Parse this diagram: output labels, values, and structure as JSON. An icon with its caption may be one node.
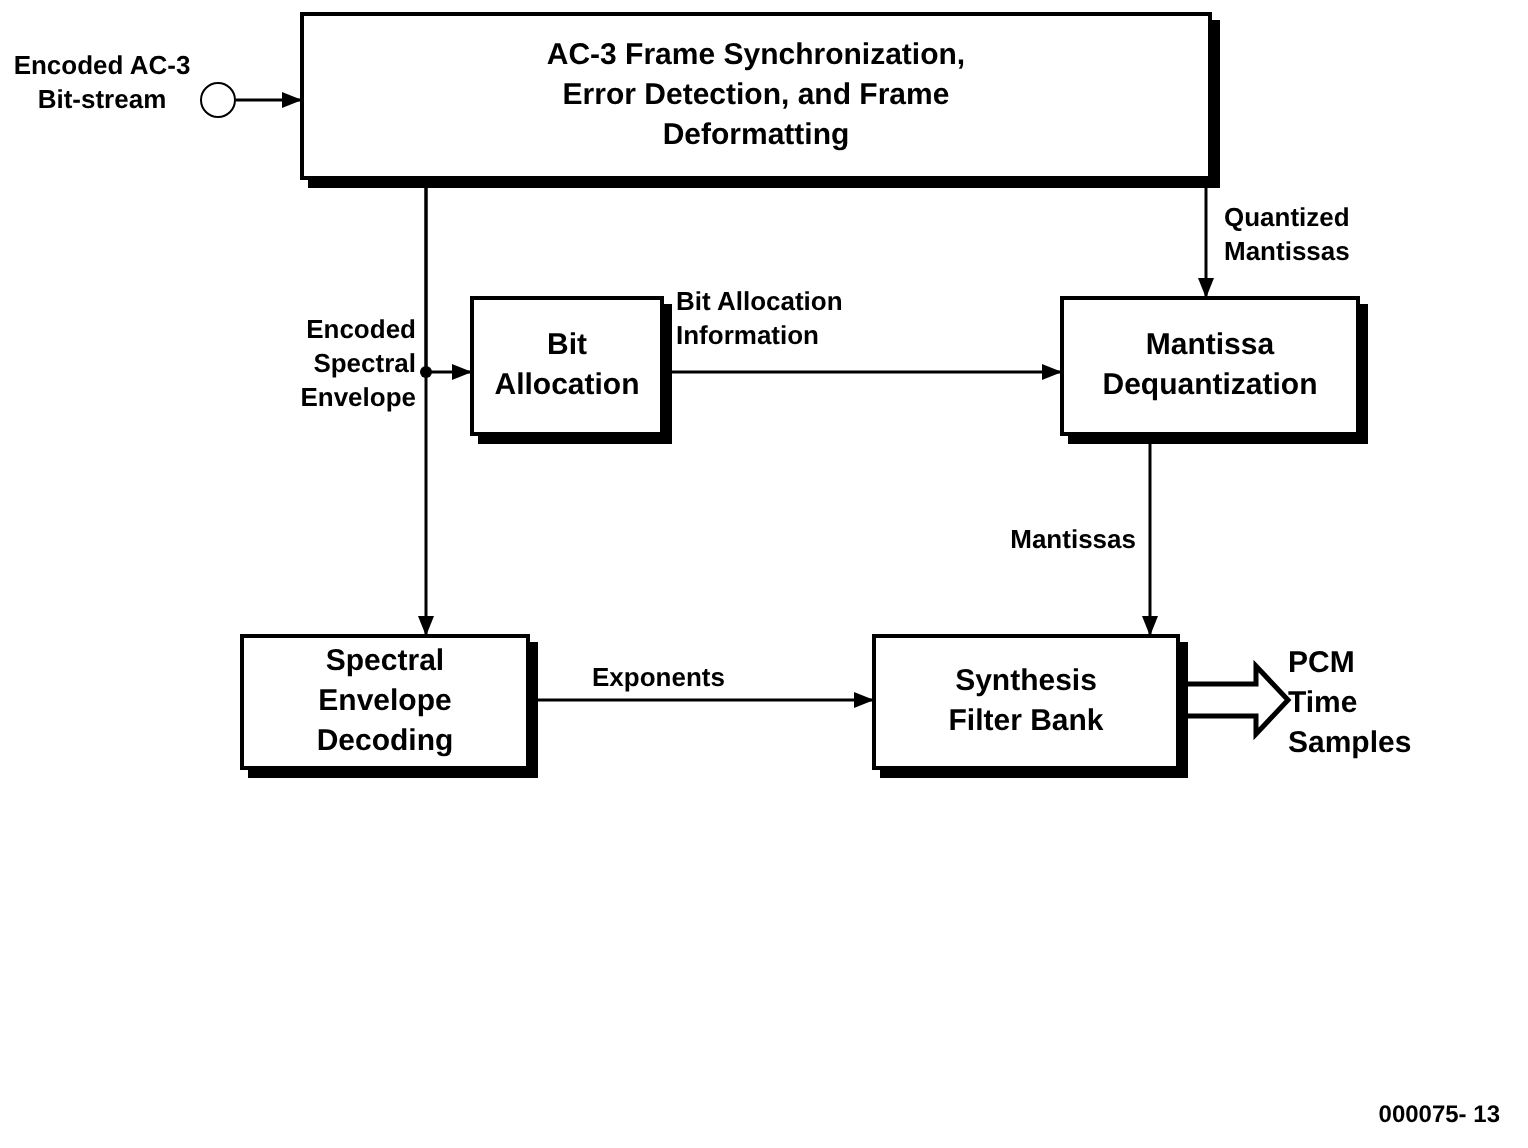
{
  "diagram": {
    "nodes": [
      {
        "text": [],
        "shape": "circle",
        "beside": [
          "Encoded AC-3 Bit-stream"
        ]
      },
      {
        "text": [
          "AC-3 Frame Synchronization, Error Detection, and Frame Deformatting"
        ]
      },
      {
        "text": [
          "Bit Allocation"
        ]
      },
      {
        "text": [
          "Mantissa Dequantization"
        ]
      },
      {
        "text": [
          "Spectral Envelope Decoding"
        ]
      },
      {
        "text": [
          "Synthesis Filter Bank"
        ]
      },
      {
        "text": [
          "PCM Time Samples"
        ]
      }
    ],
    "edges": [
      {
        "from": 0,
        "to": 1,
        "arrow": "to"
      },
      {
        "from": 1,
        "to": 4,
        "arrow": "to",
        "label": "Encoded Spectral Envelope"
      },
      {
        "from": 1,
        "to": 2,
        "arrow": "to"
      },
      {
        "from": 1,
        "to": 3,
        "arrow": "to",
        "label": "Quantized Mantissas"
      },
      {
        "from": 2,
        "to": 3,
        "arrow": "to",
        "label": "Bit Allocation Information"
      },
      {
        "from": 3,
        "to": 5,
        "arrow": "to",
        "label": "Mantissas"
      },
      {
        "from": 4,
        "to": 5,
        "arrow": "to",
        "label": "Exponents"
      },
      {
        "from": 5,
        "to": 6,
        "arrow": "to",
        "style": "thick"
      }
    ],
    "labels": [
      "000075- 13"
    ]
  }
}
